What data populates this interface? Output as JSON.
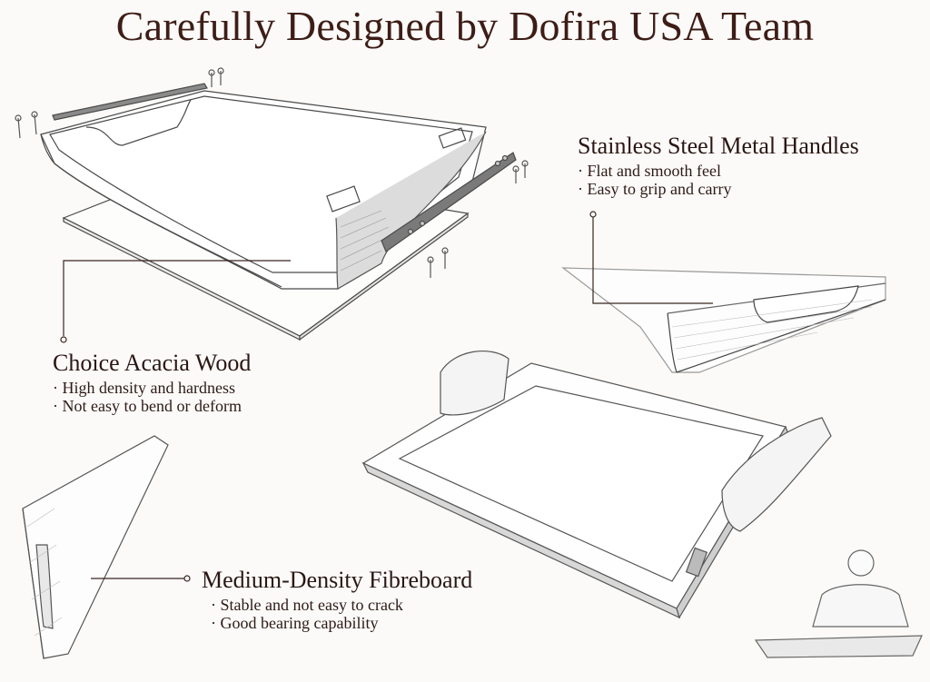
{
  "title": "Carefully Designed by Dofira USA Team",
  "features": [
    {
      "heading": "Stainless Steel Metal Handles",
      "bullets": [
        "Flat and smooth feel",
        "Easy to grip and carry"
      ]
    },
    {
      "heading": "Choice Acacia Wood",
      "bullets": [
        "High density and hardness",
        "Not easy to bend or deform"
      ]
    },
    {
      "heading": "Medium-Density Fibreboard",
      "bullets": [
        "Stable and not easy to crack",
        "Good bearing capability"
      ]
    }
  ],
  "colors": {
    "background": "#fbfaf8",
    "title_text": "#3e1d17",
    "body_text": "#2d1a16",
    "callout_line": "#3a2520",
    "sketch_line": "#4a4a4a"
  }
}
